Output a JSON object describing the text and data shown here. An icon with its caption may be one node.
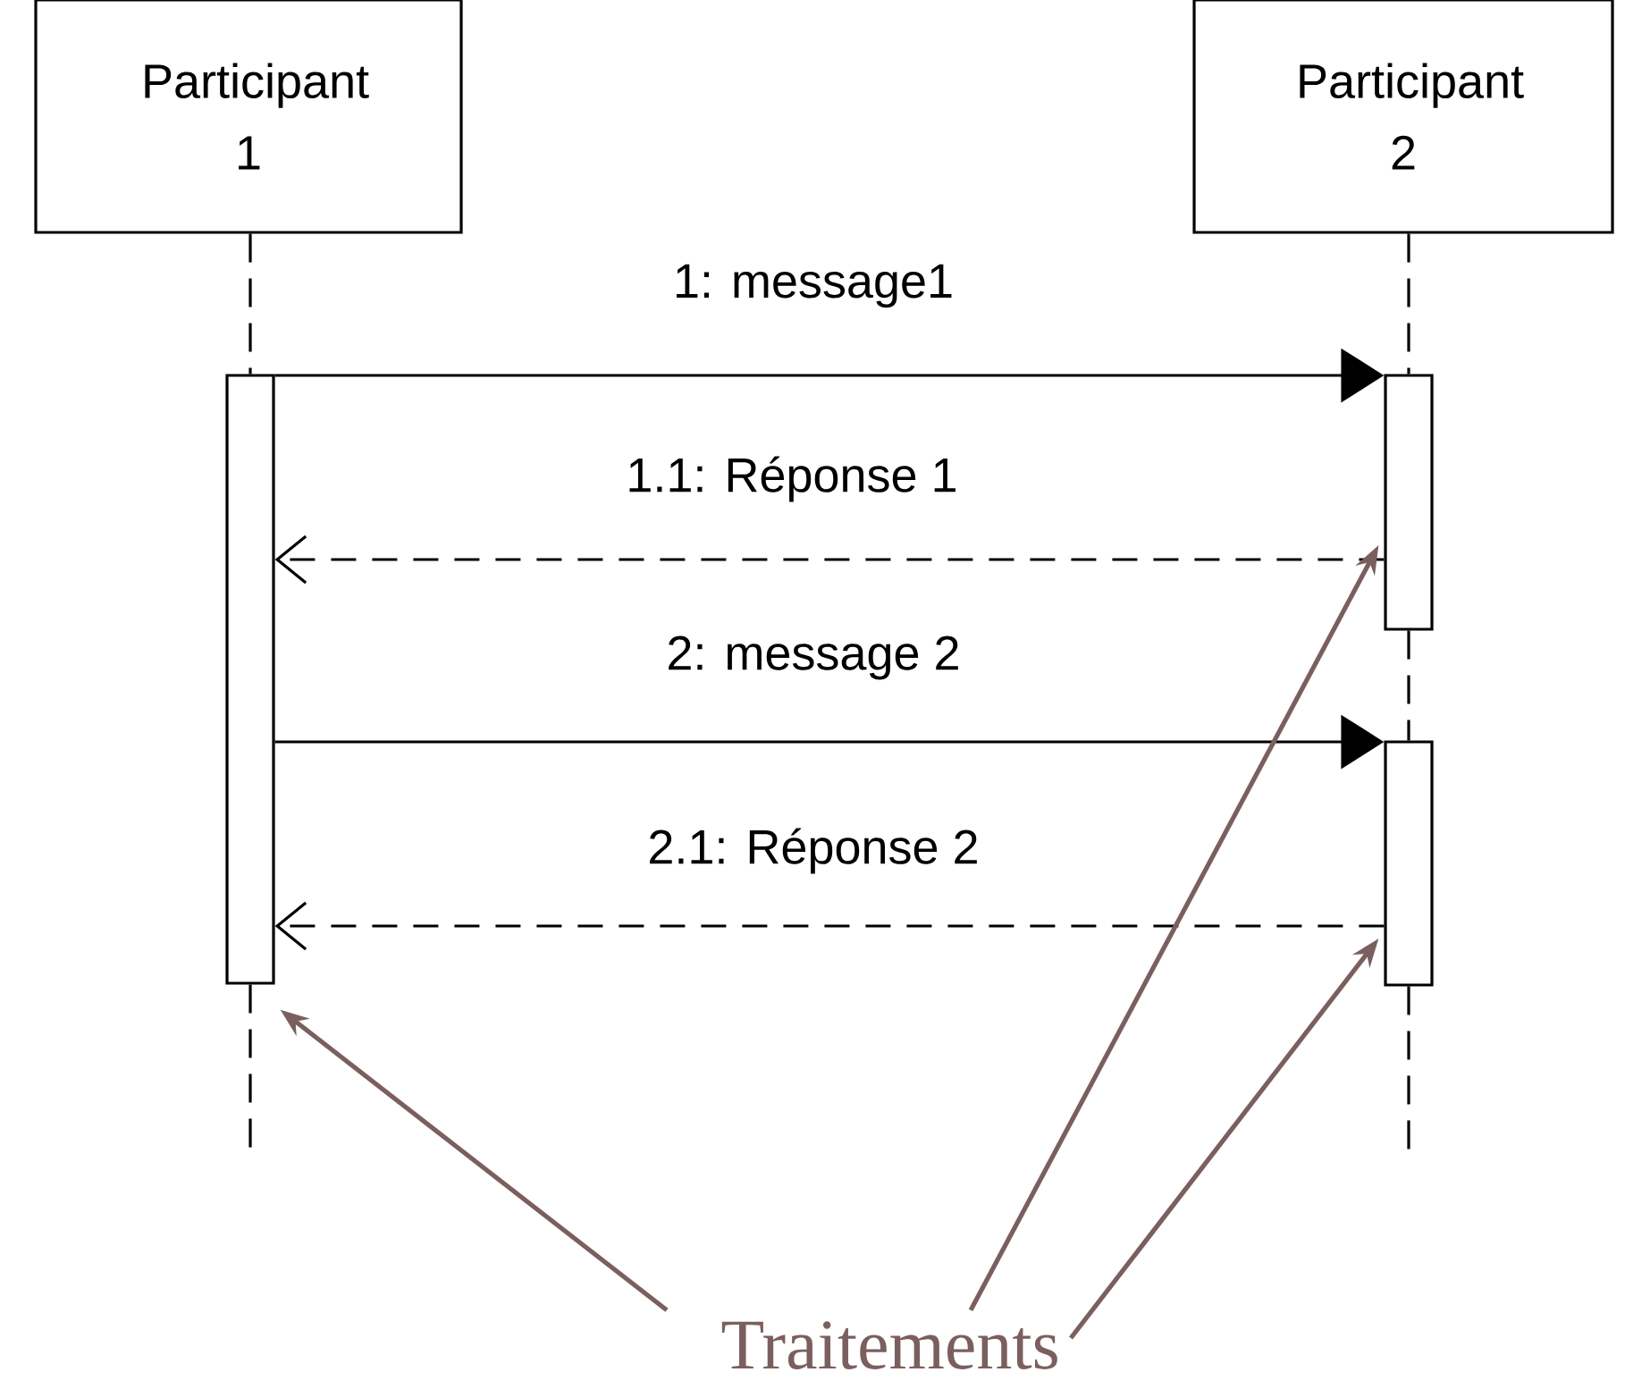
{
  "diagram": {
    "nodes": [
      {
        "text": [
          "Participant 1"
        ]
      },
      {
        "text": [
          "Participant 2"
        ]
      },
      {
        "text": [],
        "shape": "bar"
      },
      {
        "text": [],
        "shape": "bar"
      },
      {
        "text": [],
        "shape": "bar"
      },
      {
        "text": [
          "Traitements"
        ]
      }
    ],
    "edges": [
      {
        "from": 0,
        "to": 2,
        "arrow": "none",
        "style": "dashed"
      },
      {
        "from": 2,
        "to": null,
        "arrow": "none",
        "style": "dashed"
      },
      {
        "from": 1,
        "to": 3,
        "arrow": "none",
        "style": "dashed"
      },
      {
        "from": 3,
        "to": 4,
        "arrow": "none",
        "style": "dashed"
      },
      {
        "from": 4,
        "to": null,
        "arrow": "none",
        "style": "dashed"
      },
      {
        "from": 2,
        "to": 3,
        "arrow": "to",
        "label": "1: message1"
      },
      {
        "from": 3,
        "to": 2,
        "arrow": "to",
        "style": "dashed",
        "label": "1.1: Réponse 1"
      },
      {
        "from": 2,
        "to": 4,
        "arrow": "to",
        "label": "2: message 2"
      },
      {
        "from": 4,
        "to": 2,
        "arrow": "to",
        "style": "dashed",
        "label": "2.1: Réponse 2"
      },
      {
        "from": 5,
        "to": 2,
        "arrow": "to",
        "color": "#7b5f5f"
      },
      {
        "from": 5,
        "to": 3,
        "arrow": "to",
        "color": "#7b5f5f"
      },
      {
        "from": 5,
        "to": 4,
        "arrow": "to",
        "color": "#7b5f5f"
      }
    ]
  }
}
